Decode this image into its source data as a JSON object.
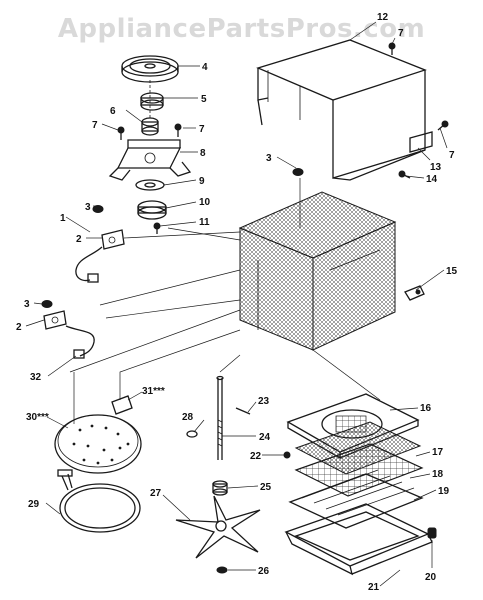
{
  "watermark": "AppliancePartsPros.com",
  "callouts": {
    "c1": "1",
    "c2a": "2",
    "c2b": "2",
    "c3a": "3",
    "c3b": "3",
    "c3c": "3",
    "c4": "4",
    "c5": "5",
    "c6": "6",
    "c7a": "7",
    "c7b": "7",
    "c7c": "7",
    "c7d": "7",
    "c8": "8",
    "c9": "9",
    "c10": "10",
    "c11": "11",
    "c12": "12",
    "c13": "13",
    "c14": "14",
    "c15": "15",
    "c16": "16",
    "c17": "17",
    "c18": "18",
    "c19": "19",
    "c20": "20",
    "c21": "21",
    "c22": "22",
    "c23": "23",
    "c24": "24",
    "c25": "25",
    "c26": "26",
    "c27": "27",
    "c28": "28",
    "c29": "29",
    "c30": "30***",
    "c31": "31***",
    "c32": "32"
  }
}
